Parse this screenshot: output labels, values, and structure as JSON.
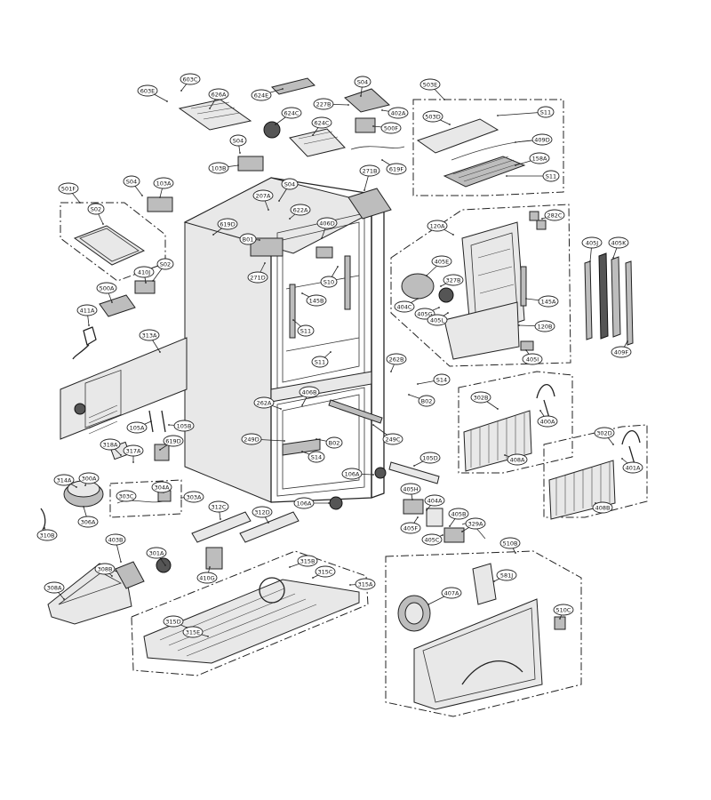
{
  "parts": [
    {
      "id": "603E",
      "label": "603E"
    },
    {
      "id": "603C",
      "label": "603C"
    },
    {
      "id": "626A",
      "label": "626A"
    },
    {
      "id": "624E",
      "label": "624E"
    },
    {
      "id": "S04a",
      "label": "S04"
    },
    {
      "id": "227B",
      "label": "227B"
    },
    {
      "id": "402A",
      "label": "402A"
    },
    {
      "id": "624C",
      "label": "624C"
    },
    {
      "id": "624C2",
      "label": "624C"
    },
    {
      "id": "500F",
      "label": "500F"
    },
    {
      "id": "503E",
      "label": "503E"
    },
    {
      "id": "503D",
      "label": "503D"
    },
    {
      "id": "S11a",
      "label": "S11"
    },
    {
      "id": "409D",
      "label": "409D"
    },
    {
      "id": "158A",
      "label": "158A"
    },
    {
      "id": "S11b",
      "label": "S11"
    },
    {
      "id": "S04b",
      "label": "S04"
    },
    {
      "id": "103B",
      "label": "103B"
    },
    {
      "id": "S04c",
      "label": "S04"
    },
    {
      "id": "103A",
      "label": "103A"
    },
    {
      "id": "S04d",
      "label": "S04"
    },
    {
      "id": "271B",
      "label": "271B"
    },
    {
      "id": "619F",
      "label": "619F"
    },
    {
      "id": "207A",
      "label": "207A"
    },
    {
      "id": "622A",
      "label": "622A"
    },
    {
      "id": "501F",
      "label": "501F"
    },
    {
      "id": "S02a",
      "label": "S02"
    },
    {
      "id": "619D",
      "label": "619D"
    },
    {
      "id": "B01",
      "label": "B01"
    },
    {
      "id": "406D",
      "label": "406D"
    },
    {
      "id": "282C",
      "label": "282C"
    },
    {
      "id": "120A",
      "label": "120A"
    },
    {
      "id": "405J",
      "label": "405J"
    },
    {
      "id": "405K",
      "label": "405K"
    },
    {
      "id": "S02b",
      "label": "S02"
    },
    {
      "id": "410J",
      "label": "410J"
    },
    {
      "id": "271D",
      "label": "271D"
    },
    {
      "id": "S10",
      "label": "S10"
    },
    {
      "id": "405E",
      "label": "405E"
    },
    {
      "id": "327B",
      "label": "327B"
    },
    {
      "id": "500A",
      "label": "500A"
    },
    {
      "id": "145B",
      "label": "145B"
    },
    {
      "id": "145A",
      "label": "145A"
    },
    {
      "id": "404C",
      "label": "404C"
    },
    {
      "id": "405G",
      "label": "405G"
    },
    {
      "id": "405L",
      "label": "405L"
    },
    {
      "id": "411A",
      "label": "411A"
    },
    {
      "id": "S11c",
      "label": "S11"
    },
    {
      "id": "120B",
      "label": "120B"
    },
    {
      "id": "313A",
      "label": "313A"
    },
    {
      "id": "S11d",
      "label": "S11"
    },
    {
      "id": "405I",
      "label": "405I"
    },
    {
      "id": "409F",
      "label": "409F"
    },
    {
      "id": "262B",
      "label": "262B"
    },
    {
      "id": "S14a",
      "label": "S14"
    },
    {
      "id": "406B",
      "label": "406B"
    },
    {
      "id": "B02a",
      "label": "B02"
    },
    {
      "id": "302B",
      "label": "302B"
    },
    {
      "id": "262A",
      "label": "262A"
    },
    {
      "id": "105A",
      "label": "105A"
    },
    {
      "id": "105B",
      "label": "105B"
    },
    {
      "id": "400A",
      "label": "400A"
    },
    {
      "id": "249D",
      "label": "249D"
    },
    {
      "id": "B02b",
      "label": "B02"
    },
    {
      "id": "249C",
      "label": "249C"
    },
    {
      "id": "619D2",
      "label": "619D"
    },
    {
      "id": "318A",
      "label": "318A"
    },
    {
      "id": "317A",
      "label": "317A"
    },
    {
      "id": "S14b",
      "label": "S14"
    },
    {
      "id": "408A",
      "label": "408A"
    },
    {
      "id": "302D",
      "label": "302D"
    },
    {
      "id": "105D",
      "label": "105D"
    },
    {
      "id": "401A",
      "label": "401A"
    },
    {
      "id": "314A",
      "label": "314A"
    },
    {
      "id": "300A",
      "label": "300A"
    },
    {
      "id": "106A",
      "label": "106A"
    },
    {
      "id": "405H",
      "label": "405H"
    },
    {
      "id": "304A",
      "label": "304A"
    },
    {
      "id": "303C",
      "label": "303C"
    },
    {
      "id": "303A",
      "label": "303A"
    },
    {
      "id": "404A",
      "label": "404A"
    },
    {
      "id": "306A",
      "label": "306A"
    },
    {
      "id": "312C",
      "label": "312C"
    },
    {
      "id": "312D",
      "label": "312D"
    },
    {
      "id": "106A2",
      "label": "106A"
    },
    {
      "id": "405B",
      "label": "405B"
    },
    {
      "id": "408B",
      "label": "408B"
    },
    {
      "id": "310B",
      "label": "310B"
    },
    {
      "id": "405F",
      "label": "405F"
    },
    {
      "id": "329A",
      "label": "329A"
    },
    {
      "id": "405C",
      "label": "405C"
    },
    {
      "id": "403B",
      "label": "403B"
    },
    {
      "id": "510B",
      "label": "510B"
    },
    {
      "id": "301A",
      "label": "301A"
    },
    {
      "id": "308B",
      "label": "308B"
    },
    {
      "id": "315B",
      "label": "315B"
    },
    {
      "id": "315C",
      "label": "315C"
    },
    {
      "id": "315A",
      "label": "315A"
    },
    {
      "id": "581J",
      "label": "581J"
    },
    {
      "id": "410G",
      "label": "410G"
    },
    {
      "id": "308A",
      "label": "308A"
    },
    {
      "id": "407A",
      "label": "407A"
    },
    {
      "id": "510C",
      "label": "510C"
    },
    {
      "id": "315E",
      "label": "315E"
    },
    {
      "id": "315D",
      "label": "315D"
    }
  ]
}
